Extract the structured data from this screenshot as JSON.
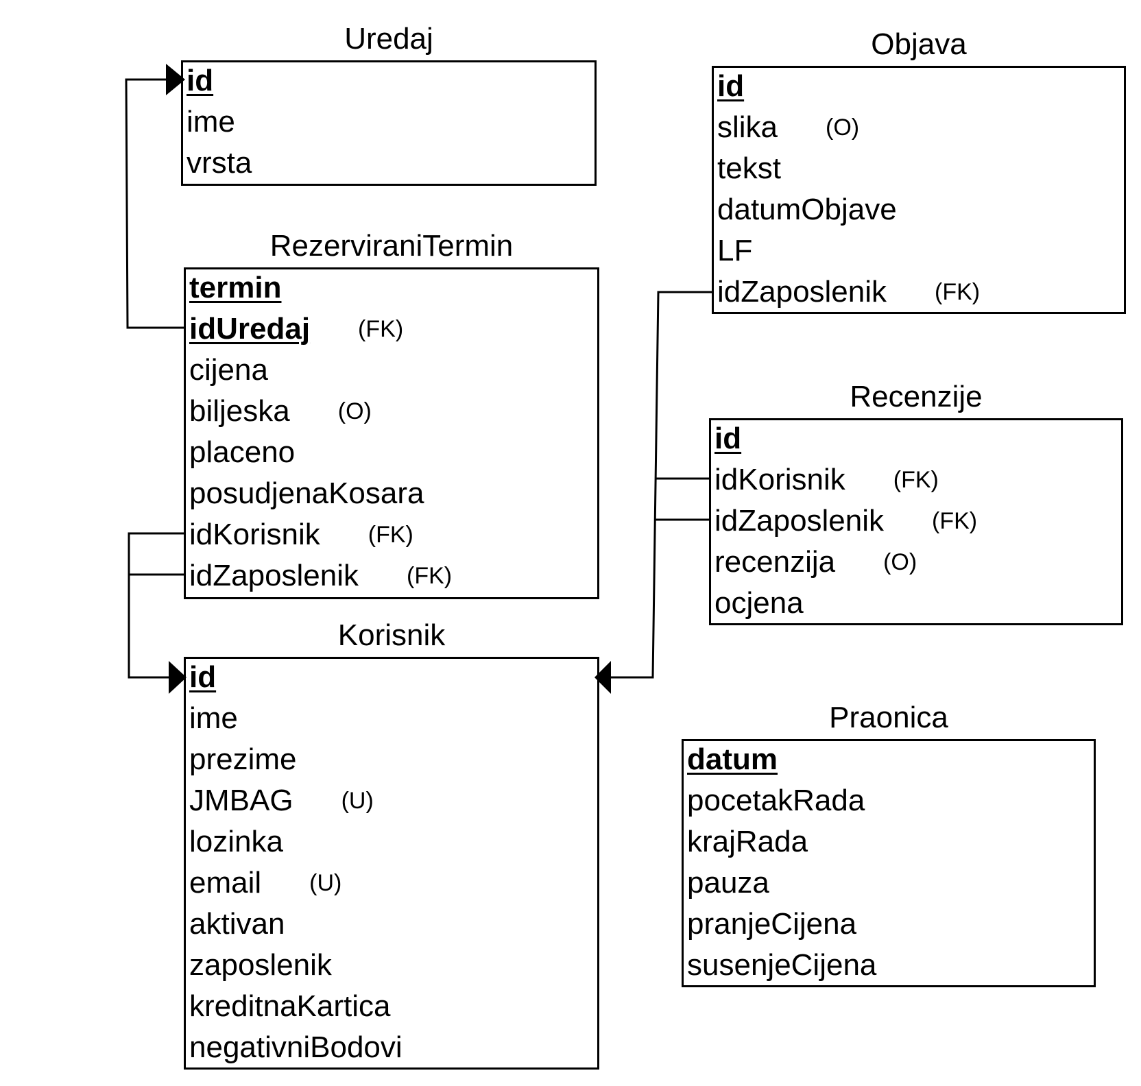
{
  "entities": {
    "uredaj": {
      "name": "Uredaj",
      "attributes": [
        {
          "name": "id",
          "pk": true,
          "note": ""
        },
        {
          "name": "ime",
          "pk": false,
          "note": ""
        },
        {
          "name": "vrsta",
          "pk": false,
          "note": ""
        }
      ]
    },
    "rezervirani_termin": {
      "name": "RezerviraniTermin",
      "attributes": [
        {
          "name": "termin",
          "pk": true,
          "note": ""
        },
        {
          "name": "idUredaj",
          "pk": true,
          "note": "(FK)"
        },
        {
          "name": "cijena",
          "pk": false,
          "note": ""
        },
        {
          "name": "biljeska",
          "pk": false,
          "note": "(O)"
        },
        {
          "name": "placeno",
          "pk": false,
          "note": ""
        },
        {
          "name": "posudjenaKosara",
          "pk": false,
          "note": ""
        },
        {
          "name": "idKorisnik",
          "pk": false,
          "note": "(FK)"
        },
        {
          "name": "idZaposlenik",
          "pk": false,
          "note": "(FK)"
        }
      ]
    },
    "korisnik": {
      "name": "Korisnik",
      "attributes": [
        {
          "name": "id",
          "pk": true,
          "note": ""
        },
        {
          "name": "ime",
          "pk": false,
          "note": ""
        },
        {
          "name": "prezime",
          "pk": false,
          "note": ""
        },
        {
          "name": "JMBAG",
          "pk": false,
          "note": "(U)"
        },
        {
          "name": "lozinka",
          "pk": false,
          "note": ""
        },
        {
          "name": "email",
          "pk": false,
          "note": "(U)"
        },
        {
          "name": "aktivan",
          "pk": false,
          "note": ""
        },
        {
          "name": "zaposlenik",
          "pk": false,
          "note": ""
        },
        {
          "name": "kreditnaKartica",
          "pk": false,
          "note": ""
        },
        {
          "name": "negativniBodovi",
          "pk": false,
          "note": ""
        }
      ]
    },
    "objava": {
      "name": "Objava",
      "attributes": [
        {
          "name": "id",
          "pk": true,
          "note": ""
        },
        {
          "name": "slika",
          "pk": false,
          "note": "(O)"
        },
        {
          "name": "tekst",
          "pk": false,
          "note": ""
        },
        {
          "name": "datumObjave",
          "pk": false,
          "note": ""
        },
        {
          "name": "LF",
          "pk": false,
          "note": ""
        },
        {
          "name": "idZaposlenik",
          "pk": false,
          "note": "(FK)"
        }
      ]
    },
    "recenzije": {
      "name": "Recenzije",
      "attributes": [
        {
          "name": "id",
          "pk": true,
          "note": ""
        },
        {
          "name": "idKorisnik",
          "pk": false,
          "note": "(FK)"
        },
        {
          "name": "idZaposlenik",
          "pk": false,
          "note": "(FK)"
        },
        {
          "name": "recenzija",
          "pk": false,
          "note": "(O)"
        },
        {
          "name": "ocjena",
          "pk": false,
          "note": ""
        }
      ]
    },
    "praonica": {
      "name": "Praonica",
      "attributes": [
        {
          "name": "datum",
          "pk": true,
          "note": ""
        },
        {
          "name": "pocetakRada",
          "pk": false,
          "note": ""
        },
        {
          "name": "krajRada",
          "pk": false,
          "note": ""
        },
        {
          "name": "pauza",
          "pk": false,
          "note": ""
        },
        {
          "name": "pranjeCijena",
          "pk": false,
          "note": ""
        },
        {
          "name": "susenjeCijena",
          "pk": false,
          "note": ""
        }
      ]
    }
  },
  "relationships": [
    {
      "from": "RezerviraniTermin.idUredaj",
      "to": "Uredaj.id"
    },
    {
      "from": "RezerviraniTermin.idKorisnik",
      "to": "Korisnik.id"
    },
    {
      "from": "RezerviraniTermin.idZaposlenik",
      "to": "Korisnik.id"
    },
    {
      "from": "Objava.idZaposlenik",
      "to": "Korisnik.id"
    },
    {
      "from": "Recenzije.idKorisnik",
      "to": "Korisnik.id"
    },
    {
      "from": "Recenzije.idZaposlenik",
      "to": "Korisnik.id"
    }
  ]
}
